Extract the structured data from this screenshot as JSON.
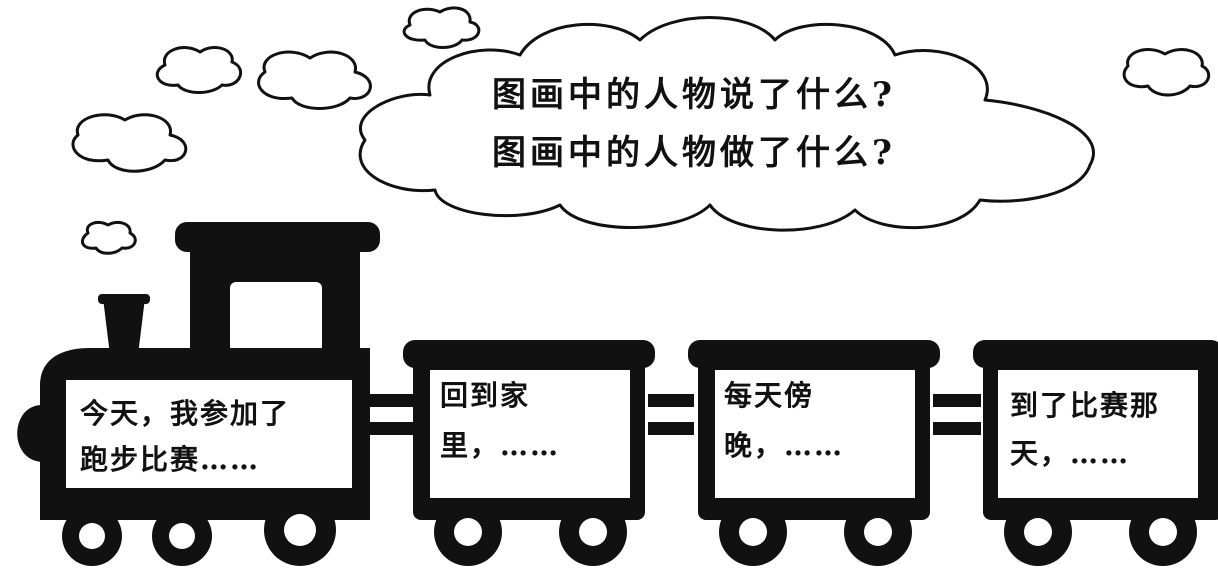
{
  "cloud": {
    "line1": "图画中的人物说了什么?",
    "line2": "图画中的人物做了什么?"
  },
  "train": {
    "engine": {
      "line1": "今天，我参加了",
      "line2": "跑步比赛……"
    },
    "car1": {
      "line1": "回到家",
      "line2": "里，……"
    },
    "car2": {
      "line1": "每天傍",
      "line2": "晚，……"
    },
    "car3": {
      "line1": "到了比赛那",
      "line2": "天，……"
    }
  },
  "colors": {
    "ink": "#111111",
    "paper": "#ffffff"
  }
}
